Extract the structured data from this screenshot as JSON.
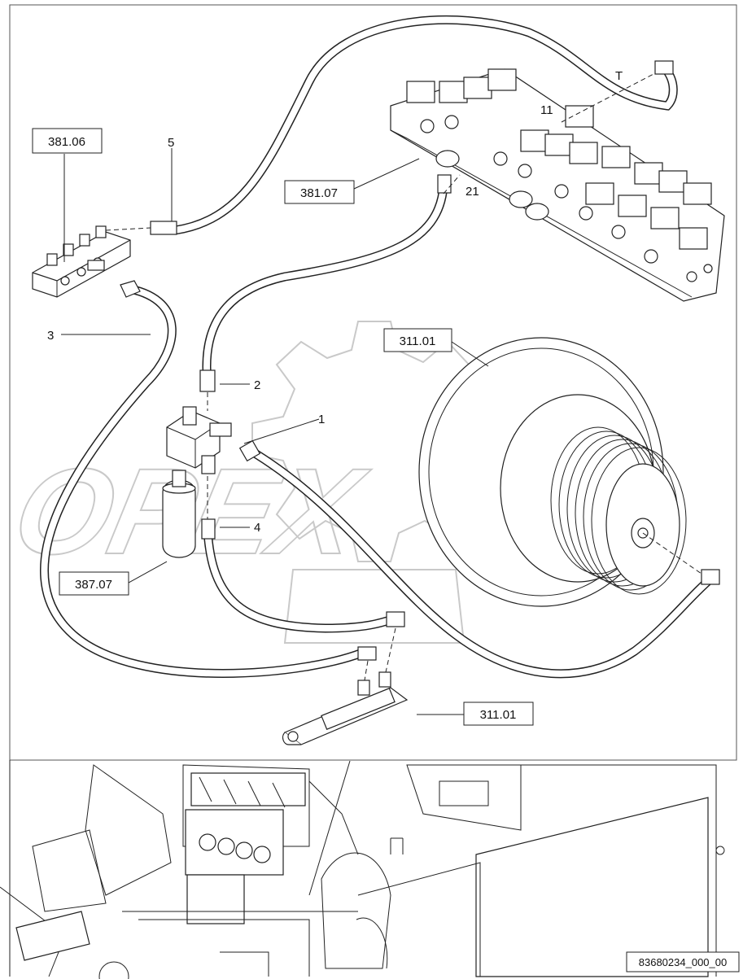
{
  "watermark": {
    "text": "OPEX"
  },
  "callouts": [
    {
      "id": "c1",
      "text": "1"
    },
    {
      "id": "c2",
      "text": "2"
    },
    {
      "id": "c3",
      "text": "3"
    },
    {
      "id": "c4",
      "text": "4"
    },
    {
      "id": "c5",
      "text": "5"
    },
    {
      "id": "c11",
      "text": "11"
    },
    {
      "id": "c21",
      "text": "21"
    },
    {
      "id": "cT",
      "text": "T"
    }
  ],
  "ref_boxes": [
    {
      "id": "r38106",
      "text": "381.06"
    },
    {
      "id": "r38107",
      "text": "381.07"
    },
    {
      "id": "r31101a",
      "text": "311.01"
    },
    {
      "id": "r38707",
      "text": "387.07"
    },
    {
      "id": "r31101b",
      "text": "311.01"
    }
  ],
  "drawing_number": "83680234_000_00"
}
